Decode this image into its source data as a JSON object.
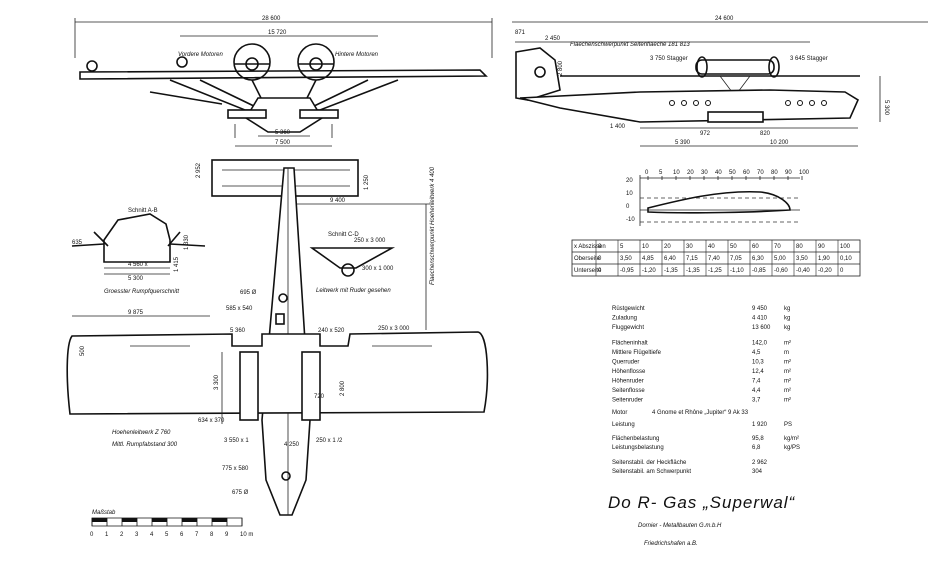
{
  "sheet": {
    "title": "Do R- Gas „Superwal“",
    "maker": "Dornier - Metallbauten G.m.b.H",
    "place": "Friedrichshafen a.B."
  },
  "front_view": {
    "span": "28 600",
    "engine_span": "15 720",
    "front_engines_label": "Vordere Motoren",
    "rear_engines_label": "Hintere Motoren",
    "dim_a": "5 360",
    "dim_b": "7 500"
  },
  "side_view": {
    "length": "24 600",
    "dim_a": "2 450",
    "dim_b": "871",
    "cg_label": "Flaechenschwerpunkt  Seitenflaeche  181 813",
    "fwd_stagger": "3 750 Stagger",
    "rear_stagger": "3 645 Stagger",
    "height": "5 300",
    "dim_c": "5 390",
    "dim_d": "10 200",
    "dim_e": "1 400",
    "dim_f": "972",
    "dim_g": "820"
  },
  "top_view": {
    "dim_9400": "9 400",
    "dim_tail": "2 952",
    "dim_tail_b": "1 250",
    "dim_9875": "9 875",
    "dim_5360": "5 360",
    "dim_240": "240 x 520",
    "dim_250": "250 x 3 000",
    "dim_fin": "3 300",
    "dim_2800": "2 800",
    "dim_695": "695 Ø",
    "dim_585": "585 x 540",
    "dim_634": "634 x 370",
    "dim_3550": "3 550 x 1",
    "dim_4250": "4 250",
    "dim_250b": "250 x 1 /2",
    "dim_775": "775 x 580",
    "dim_675": "675 Ø",
    "dim_720": "720",
    "dim_500": "500",
    "rudder_label": "Hoehenleitwerk  Z 760",
    "hull_label": "Mittl. Rumpfabstand  300"
  },
  "section_views": {
    "left_title": "Schnitt A-B",
    "left_caption": "Groesster Rumpfquerschnitt",
    "left_dim1": "4 560 x",
    "left_dim2": "5 300",
    "left_dim3": "1 330",
    "left_dim4": "1 415",
    "left_dim5": "635",
    "right_title": "Schnitt C-D",
    "right_caption": "Leitwerk mit Ruder gesehen",
    "right_dim1": "250 x 3 000",
    "right_dim2": "300 x 1 000",
    "vertical_label": "Flaechenschwerpunkt Hoehenleitwerk  4 400"
  },
  "profile": {
    "stations": [
      "0",
      "5",
      "10",
      "20",
      "30",
      "40",
      "50",
      "60",
      "70",
      "80",
      "90",
      "100"
    ],
    "y_ticks": [
      "20",
      "10",
      "0",
      "-10"
    ],
    "table_rows": [
      {
        "label": "x Abszissen",
        "values": [
          "0",
          "5",
          "10",
          "20",
          "30",
          "40",
          "50",
          "60",
          "70",
          "80",
          "90",
          "100"
        ]
      },
      {
        "label": "Oberseite",
        "values": [
          "0",
          "3,50",
          "4,85",
          "6,40",
          "7,15",
          "7,40",
          "7,05",
          "6,30",
          "5,00",
          "3,50",
          "1,90",
          "0,10"
        ]
      },
      {
        "label": "Unterseite",
        "values": [
          "0",
          "-0,95",
          "-1,20",
          "-1,35",
          "-1,35",
          "-1,25",
          "-1,10",
          "-0,85",
          "-0,60",
          "-0,40",
          "-0,20",
          "0"
        ]
      }
    ]
  },
  "specs": [
    {
      "label": "Rüstgewicht",
      "value": "9 450",
      "unit": "kg"
    },
    {
      "label": "Zuladung",
      "value": "4 410",
      "unit": "kg"
    },
    {
      "label": "Fluggewicht",
      "value": "13 600",
      "unit": "kg"
    },
    {
      "label": "Flächeninhalt",
      "value": "142,0",
      "unit": "m²"
    },
    {
      "label": "Mittlere Flügeltiefe",
      "value": "4,5",
      "unit": "m"
    },
    {
      "label": "Querruder",
      "value": "10,3",
      "unit": "m²"
    },
    {
      "label": "Höhenflosse",
      "value": "12,4",
      "unit": "m²"
    },
    {
      "label": "Höhenruder",
      "value": "7,4",
      "unit": "m²"
    },
    {
      "label": "Seitenflosse",
      "value": "4,4",
      "unit": "m²"
    },
    {
      "label": "Seitenruder",
      "value": "3,7",
      "unit": "m²"
    }
  ],
  "engine": {
    "label": "Motor",
    "value": "4 Gnome et Rhône „Jupiter“ 9 Ak  33",
    "power_label": "Leistung",
    "power_value": "1 920",
    "power_unit": "PS"
  },
  "loading": [
    {
      "label": "Flächenbelastung",
      "value": "95,8",
      "unit": "kg/m²"
    },
    {
      "label": "Leistungsbelastung",
      "value": "6,8",
      "unit": "kg/PS"
    }
  ],
  "centroids": [
    {
      "label": "Seitenstabil. der Heckfläche",
      "value": "2 962",
      "unit": ""
    },
    {
      "label": "Seitenstabil. am Schwerpunkt",
      "value": "304",
      "unit": ""
    }
  ],
  "scale": {
    "label": "Maßstab",
    "ticks": [
      "0",
      "1",
      "2",
      "3",
      "4",
      "5",
      "6",
      "7",
      "8",
      "9",
      "10 m"
    ]
  }
}
